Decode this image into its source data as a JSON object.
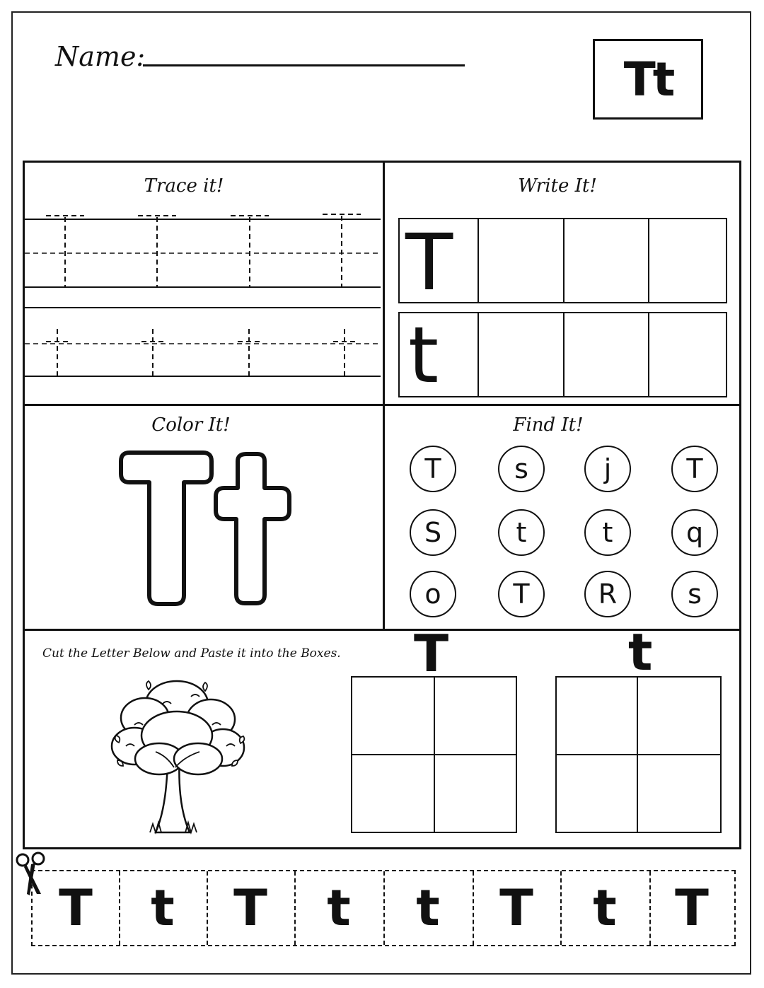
{
  "header": {
    "name_label": "Name:",
    "letter_pair": "Tt"
  },
  "sections": {
    "trace": {
      "title": "Trace it!"
    },
    "write": {
      "title": "Write It!",
      "upper": "T",
      "lower": "t"
    },
    "color": {
      "title": "Color It!",
      "letters": "Tt"
    },
    "find": {
      "title": "Find It!",
      "letters": [
        "T",
        "s",
        "j",
        "T",
        "S",
        "t",
        "t",
        "q",
        "o",
        "T",
        "R",
        "s"
      ]
    },
    "paste": {
      "instruction": "Cut the Letter Below and Paste it into the Boxes.",
      "upper_heading": "T",
      "lower_heading": "t",
      "image": "tree-illustration"
    }
  },
  "cut_strip": {
    "icon": "scissors-icon",
    "letters": [
      "T",
      "t",
      "T",
      "t",
      "t",
      "T",
      "t",
      "T"
    ]
  }
}
